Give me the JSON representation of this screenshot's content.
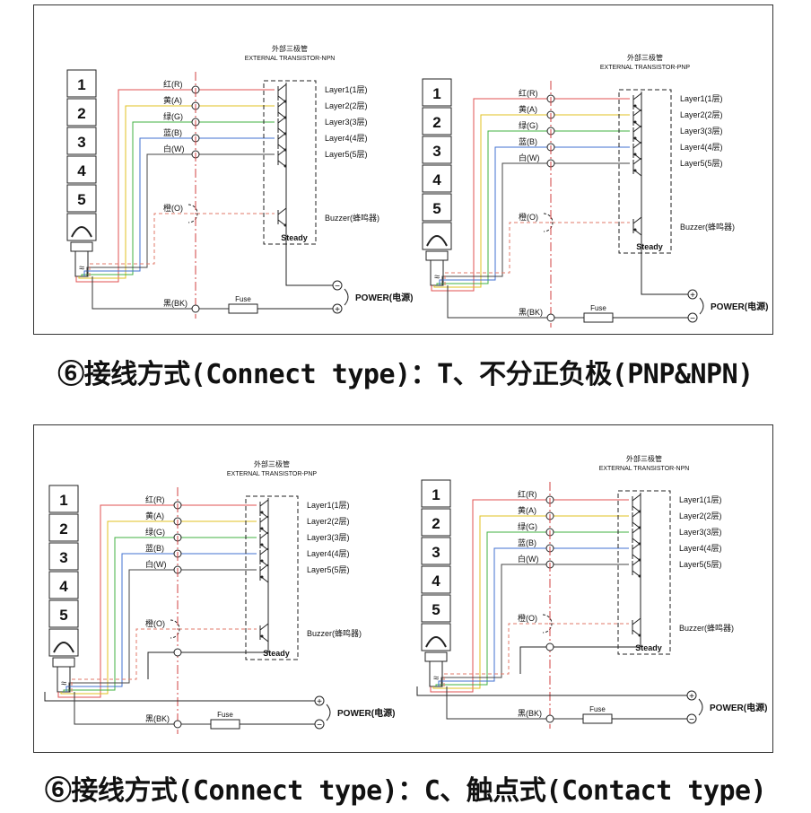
{
  "captions": {
    "top": "⑥接线方式(Connect type)：T、不分正负极(PNP&NPN)",
    "bottom": "⑥接线方式(Connect type)：C、触点式(Contact type)"
  },
  "diagram": {
    "tower_layers": [
      "1",
      "2",
      "3",
      "4",
      "5"
    ],
    "wires": [
      "红(R)",
      "黄(A)",
      "绿(G)",
      "蓝(B)",
      "白(W)"
    ],
    "buzzer_wire": "橙(O)",
    "ground_wire": "黑(BK)",
    "fuse": "Fuse",
    "layer_labels": [
      "Layer1(1层)",
      "Layer2(2层)",
      "Layer3(3层)",
      "Layer4(4层)",
      "Layer5(5层)"
    ],
    "buzzer_label": "Buzzer(蜂鸣器)",
    "steady_label": "Steady",
    "power_label": "POWER(电源)",
    "plus": "+",
    "minus": "−",
    "transistor_title_cn": "外部三极管",
    "transistor_npn": "EXTERNAL TRANSISTOR-NPN",
    "transistor_pnp": "EXTERNAL TRANSISTOR-PNP"
  },
  "wire_colors": {
    "red": "#e05050",
    "yellow": "#e0c020",
    "green": "#40b040",
    "blue": "#4070d0",
    "white": "#444444",
    "orange": "#e07a6a",
    "black": "#333333",
    "axis": "#d04040"
  },
  "diagrams": [
    {
      "id": "top-left",
      "type": "NPN",
      "mode": "T",
      "power_top": "minus",
      "power_bottom": "plus"
    },
    {
      "id": "top-right",
      "type": "PNP",
      "mode": "T",
      "power_top": "plus",
      "power_bottom": "minus"
    },
    {
      "id": "bottom-left",
      "type": "PNP",
      "mode": "C",
      "power_top": "plus",
      "power_bottom": "minus"
    },
    {
      "id": "bottom-right",
      "type": "NPN",
      "mode": "C",
      "power_top": "plus",
      "power_bottom": "minus"
    }
  ]
}
